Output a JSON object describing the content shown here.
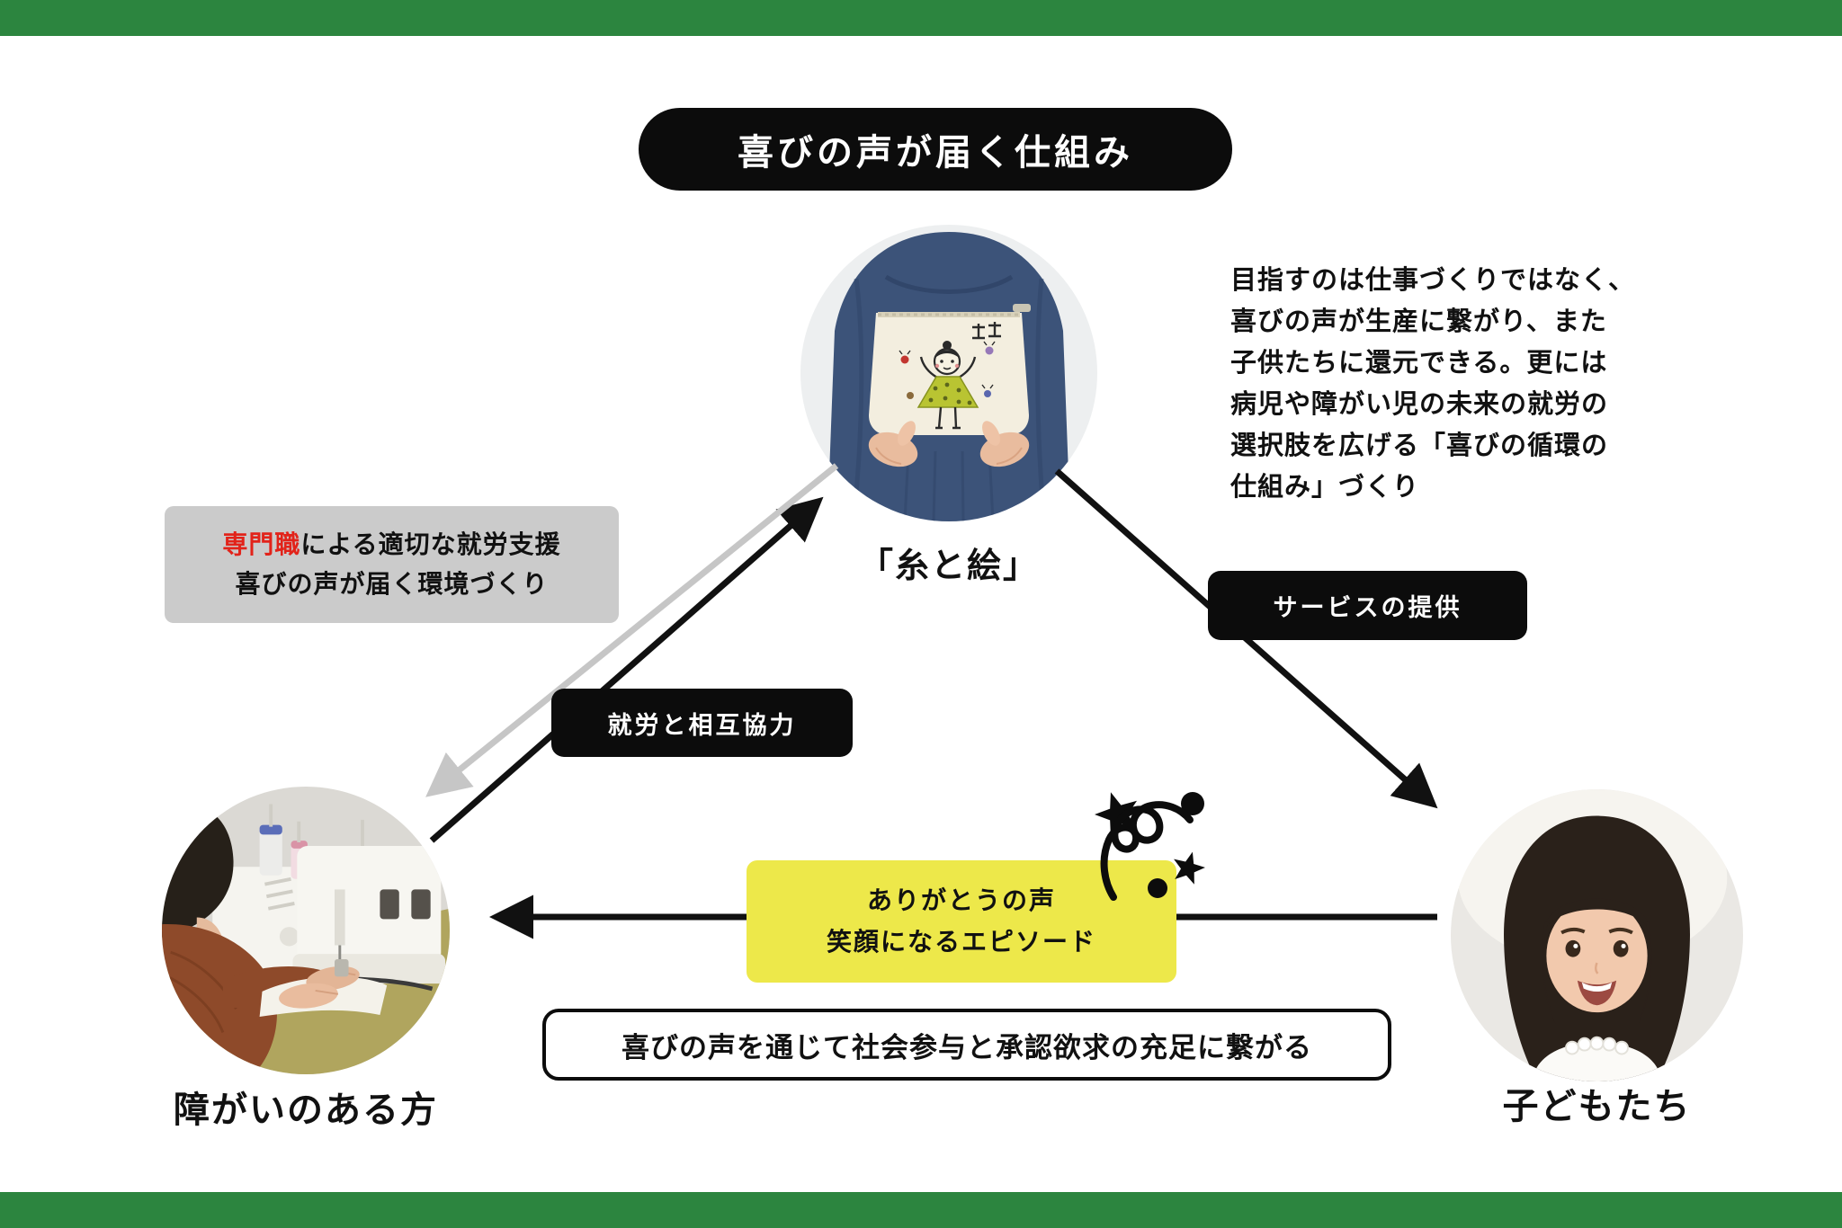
{
  "colors": {
    "green_bar": "#2c853f",
    "black_box": "#0c0c0c",
    "gray_box_bg": "#cbcbcb",
    "red_accent": "#e2231a",
    "yellow_box_bg": "#ede84a",
    "gray_arrow": "#c6c6c6"
  },
  "title": {
    "text": "喜びの声が届く仕組み"
  },
  "description": {
    "text": "目指すのは仕事づくりではなく、\n喜びの声が生産に繋がり、また\n子供たちに還元できる。更には\n病児や障がい児の未来の就労の\n選択肢を広げる「喜びの循環の\n仕組み」づくり"
  },
  "nodes": {
    "maker": {
      "label": "「糸と絵」",
      "photo_alt": "person in indigo clothes holding a cream canvas pouch with a child's drawing"
    },
    "workers": {
      "label": "障がいのある方",
      "photo_alt": "person sewing at white sewing machines"
    },
    "children": {
      "label": "子どもたち",
      "photo_alt": "smiling young girl"
    }
  },
  "callouts": {
    "support": {
      "highlight": "専門職",
      "line1_rest": "による適切な就労支援",
      "line2": "喜びの声が届く環境づくり"
    },
    "mutual_work": {
      "text": "就労と相互協力"
    },
    "service": {
      "text": "サービスの提供"
    },
    "thanks": {
      "line1": "ありがとうの声",
      "line2": "笑顔になるエピソード"
    },
    "bottom_note": {
      "text": "喜びの声を通じて社会参与と承認欲求の充足に繋がる"
    }
  }
}
